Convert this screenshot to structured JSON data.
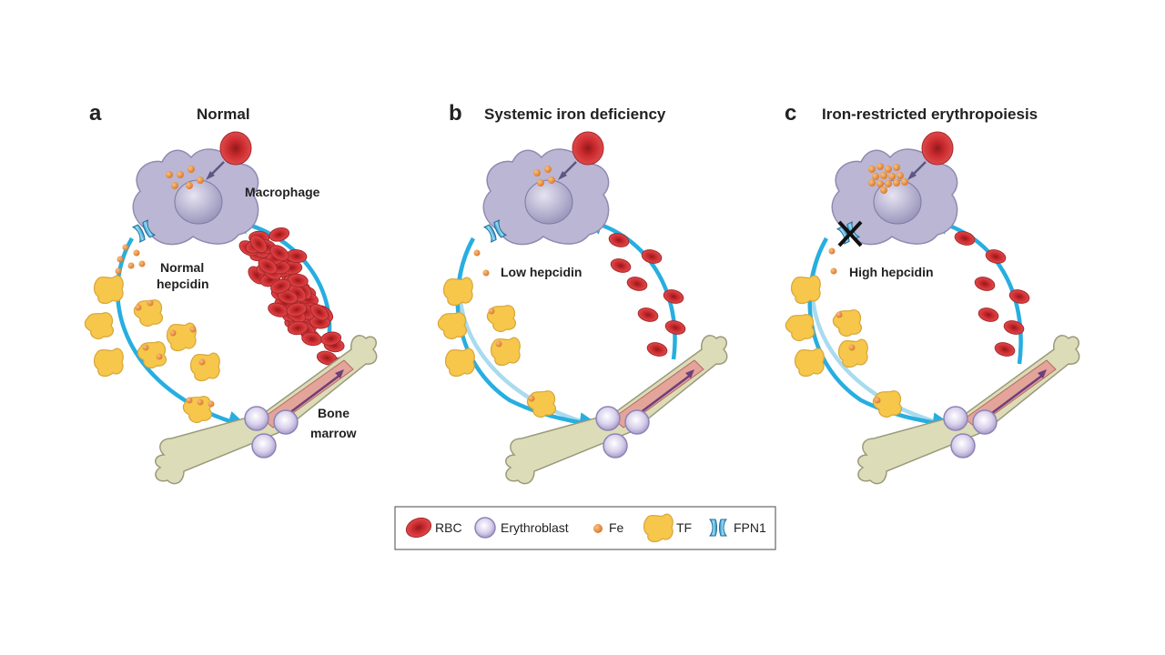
{
  "panels": [
    {
      "letter": "a",
      "title": "Normal",
      "hepcidin": [
        "Normal",
        "hepcidin"
      ],
      "macrophage": "Macrophage",
      "marrow": [
        "Bone",
        "marrow"
      ]
    },
    {
      "letter": "b",
      "title": "Systemic iron deficiency",
      "hepcidin": [
        "Low hepcidin"
      ]
    },
    {
      "letter": "c",
      "title": "Iron-restricted erythropoiesis",
      "hepcidin": [
        "High hepcidin"
      ]
    }
  ],
  "legend": {
    "rbc": "RBC",
    "erythroblast": "Erythroblast",
    "fe": "Fe",
    "tf": "TF",
    "fpn1": "FPN1"
  },
  "colors": {
    "arrow": "#27aee0",
    "rbc": "#d33a3c",
    "macrophage": "#b9b6d3",
    "tf": "#f5c64d",
    "fe": "#e8903a",
    "bone": "#dadbb9",
    "erythroblast": "#d8d0ea"
  }
}
